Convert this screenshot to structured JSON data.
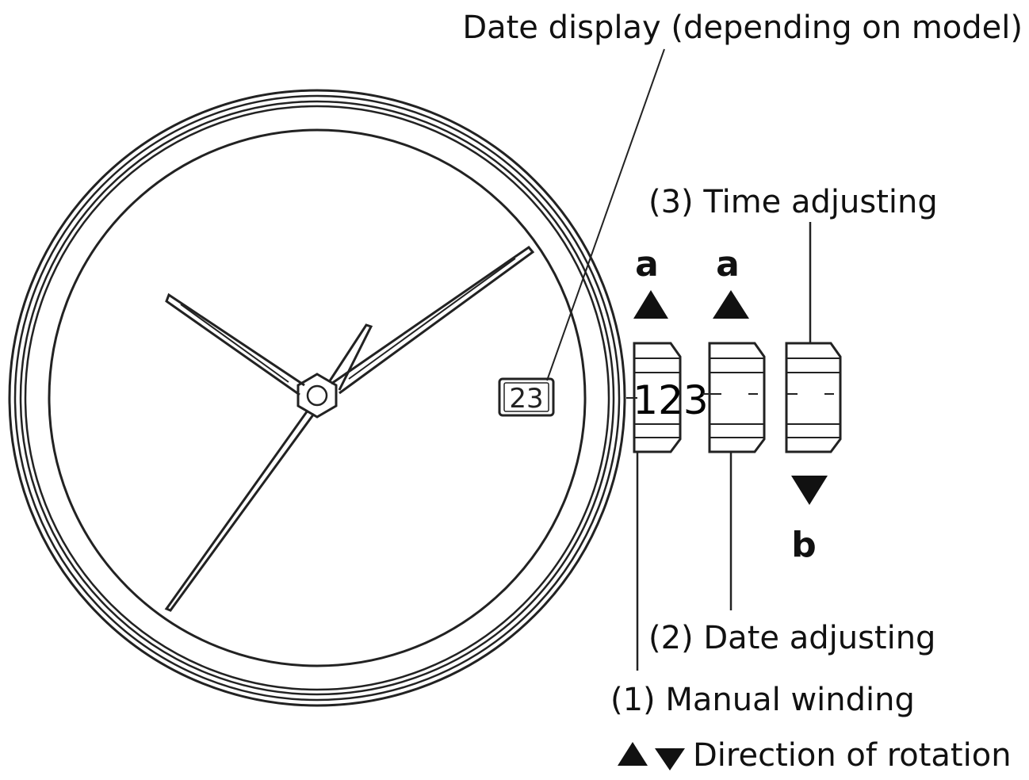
{
  "labels": {
    "date_display": "Date display (depending on model)",
    "time_adjusting": "(3) Time adjusting",
    "date_adjusting": "(2) Date adjusting",
    "manual_winding": "(1) Manual winding",
    "direction_of_rotation": "Direction of rotation"
  },
  "watch": {
    "date_window_value": "23",
    "crown_marker": "123"
  },
  "directions": {
    "crown1_arrow_label": "a",
    "crown2_arrow_label": "a",
    "crown3_arrow_label": "b"
  },
  "legend": {
    "up_triangle": "▲",
    "down_triangle": "▼"
  }
}
